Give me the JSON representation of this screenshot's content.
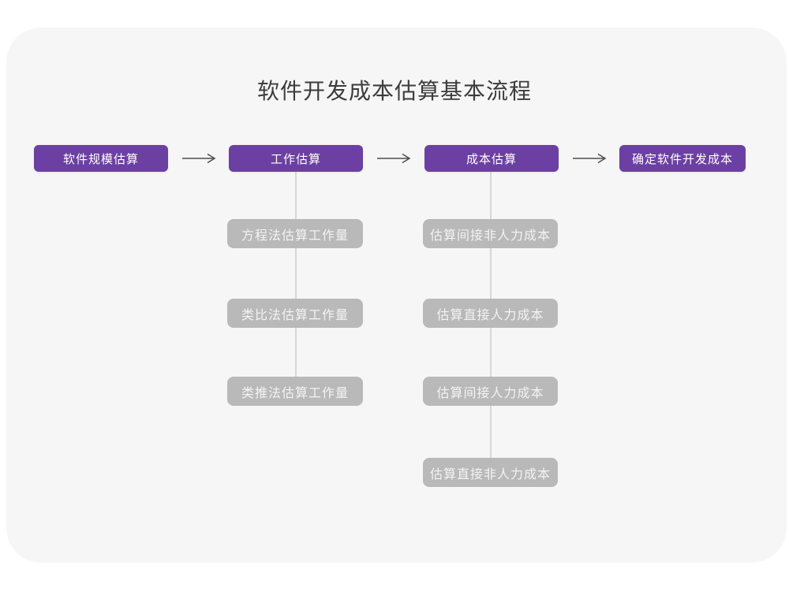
{
  "title": "软件开发成本估算基本流程",
  "colors": {
    "page_background": "#ffffff",
    "card_background": "#f6f6f7",
    "main_step_purple": "#6c40a2",
    "sub_step_gray": "#b9b9b9",
    "connector_line_gray": "#d7d7d8",
    "arrow_gray": "#4d4d4d",
    "title_text": "#3c3c3c",
    "main_step_text": "#ffffff",
    "sub_step_text": "#f3f3f3"
  },
  "flow": {
    "main_steps": [
      "软件规模估算",
      "工作估算",
      "成本估算",
      "确定软件开发成本"
    ],
    "work_estimation_methods": [
      "方程法估算工作量",
      "类比法估算工作量",
      "类推法估算工作量"
    ],
    "cost_estimation_items": [
      "估算间接非人力成本",
      "估算直接人力成本",
      "估算间接人力成本",
      "估算直接非人力成本"
    ]
  }
}
